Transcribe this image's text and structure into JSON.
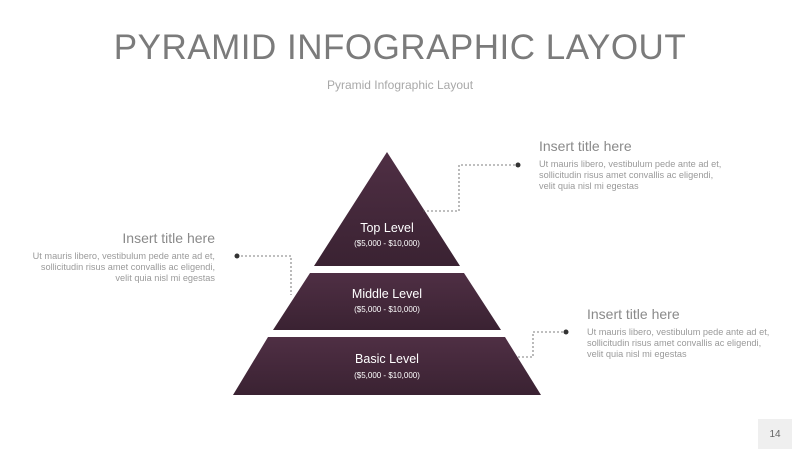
{
  "header": {
    "title": "PYRAMID INFOGRAPHIC LAYOUT",
    "subtitle": "Pyramid Infographic Layout"
  },
  "pyramid": {
    "color": "#4a2b3f",
    "levels": [
      {
        "name": "Top Level",
        "range": "($5,000 - $10,000)"
      },
      {
        "name": "Middle Level",
        "range": "($5,000 - $10,000)"
      },
      {
        "name": "Basic Level",
        "range": "($5,000 - $10,000)"
      }
    ]
  },
  "callouts": [
    {
      "title": "Insert title here",
      "body": "Ut mauris libero, vestibulum pede ante ad et, sollicitudin risus amet convallis ac eligendi, velit quia nisl mi egestas"
    },
    {
      "title": "Insert title here",
      "body": "Ut mauris libero, vestibulum pede ante ad et, sollicitudin risus amet convallis ac eligendi, velit quia nisl mi egestas"
    },
    {
      "title": "Insert title here",
      "body": "Ut mauris libero, vestibulum pede ante ad et, sollicitudin risus amet convallis ac eligendi, velit quia nisl mi egestas"
    }
  ],
  "page_number": "14"
}
